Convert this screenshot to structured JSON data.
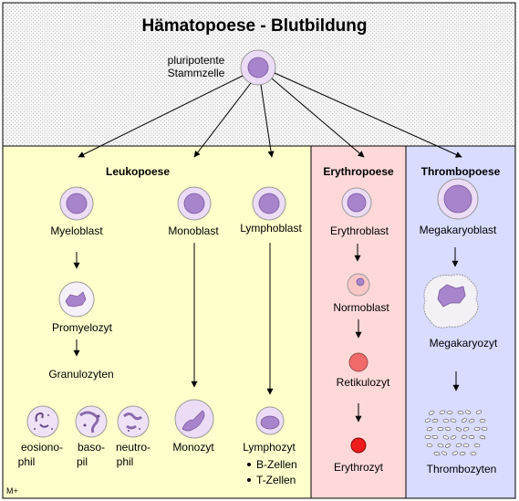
{
  "title": "Hämatopoese - Blutbildung",
  "stem": {
    "line1": "pluripotente",
    "line2": "Stammzelle"
  },
  "colors": {
    "top": "#efefef",
    "leuko": "#ffffcc",
    "erythro": "#ffd9d9",
    "thrombo": "#d9dcff",
    "cell_inner": "#a884cc",
    "cell_ring": "#ecdcf6",
    "red_cell": "#ee1c1c"
  },
  "sections": {
    "leuko": "Leukopoese",
    "erythro": "Erythropoese",
    "thrombo": "Thrombopoese"
  },
  "cells": {
    "myeloblast": "Myeloblast",
    "promyelozyt": "Promyelozyt",
    "granulozyten": "Granulozyten",
    "eosinophil_1": "eosiono-",
    "eosinophil_2": "phil",
    "basophil_1": "baso-",
    "basophil_2": "pil",
    "neutrophil_1": "neutro-",
    "neutrophil_2": "phil",
    "monoblast": "Monoblast",
    "monozyt": "Monozyt",
    "lymphoblast": "Lymphoblast",
    "lymphozyt": "Lymphozyt",
    "b_zellen": "B-Zellen",
    "t_zellen": "T-Zellen",
    "erythroblast": "Erythroblast",
    "normoblast": "Normoblast",
    "retikulozyt": "Retikulozyt",
    "erythrozyt": "Erythrozyt",
    "megakaryoblast": "Megakaryoblast",
    "megakaryozyt": "Megakaryozyt",
    "thrombozyten": "Thrombozyten"
  },
  "footnote": "M+"
}
